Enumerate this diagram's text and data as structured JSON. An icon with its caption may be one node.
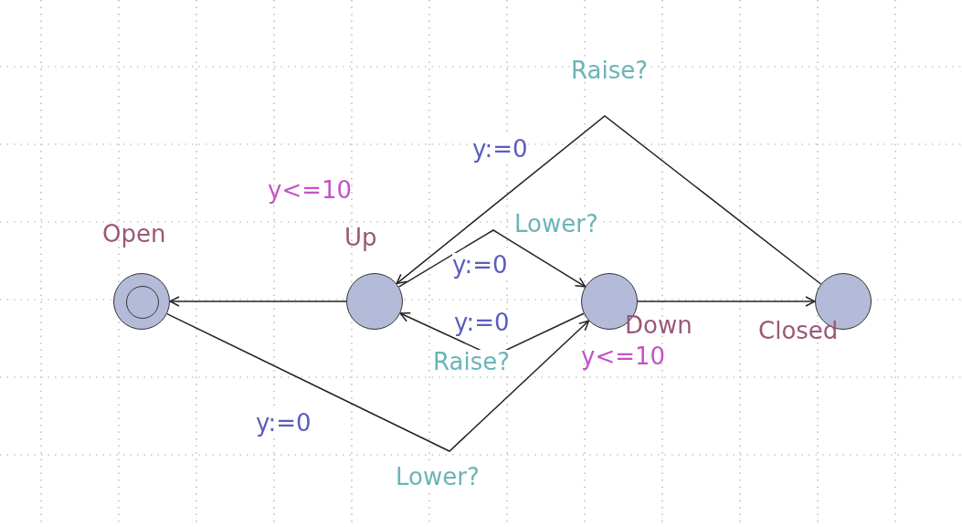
{
  "diagram": {
    "nodes": [
      {
        "text": [
          "Open"
        ]
      },
      {
        "text": [
          "Up"
        ],
        "beside": [
          "y<=10"
        ]
      },
      {
        "text": [
          "Down"
        ],
        "beside": [
          "y<=10"
        ]
      },
      {
        "text": [
          "Closed"
        ]
      }
    ],
    "edges": [
      {
        "from": 1,
        "to": 0,
        "arrow": "to"
      },
      {
        "from": 1,
        "to": 2,
        "arrow": "to",
        "label": "Lower?"
      },
      {
        "from": 2,
        "to": 1,
        "arrow": "to",
        "label": "Raise?"
      },
      {
        "from": 2,
        "to": 3,
        "arrow": "to"
      },
      {
        "from": 3,
        "to": 1,
        "arrow": "to",
        "label": "Raise?"
      },
      {
        "from": 0,
        "to": 2,
        "arrow": "to",
        "label": "Lower?"
      }
    ],
    "labels": [
      "y:=0",
      "y:=0",
      "y:=0",
      "y:=0"
    ]
  }
}
